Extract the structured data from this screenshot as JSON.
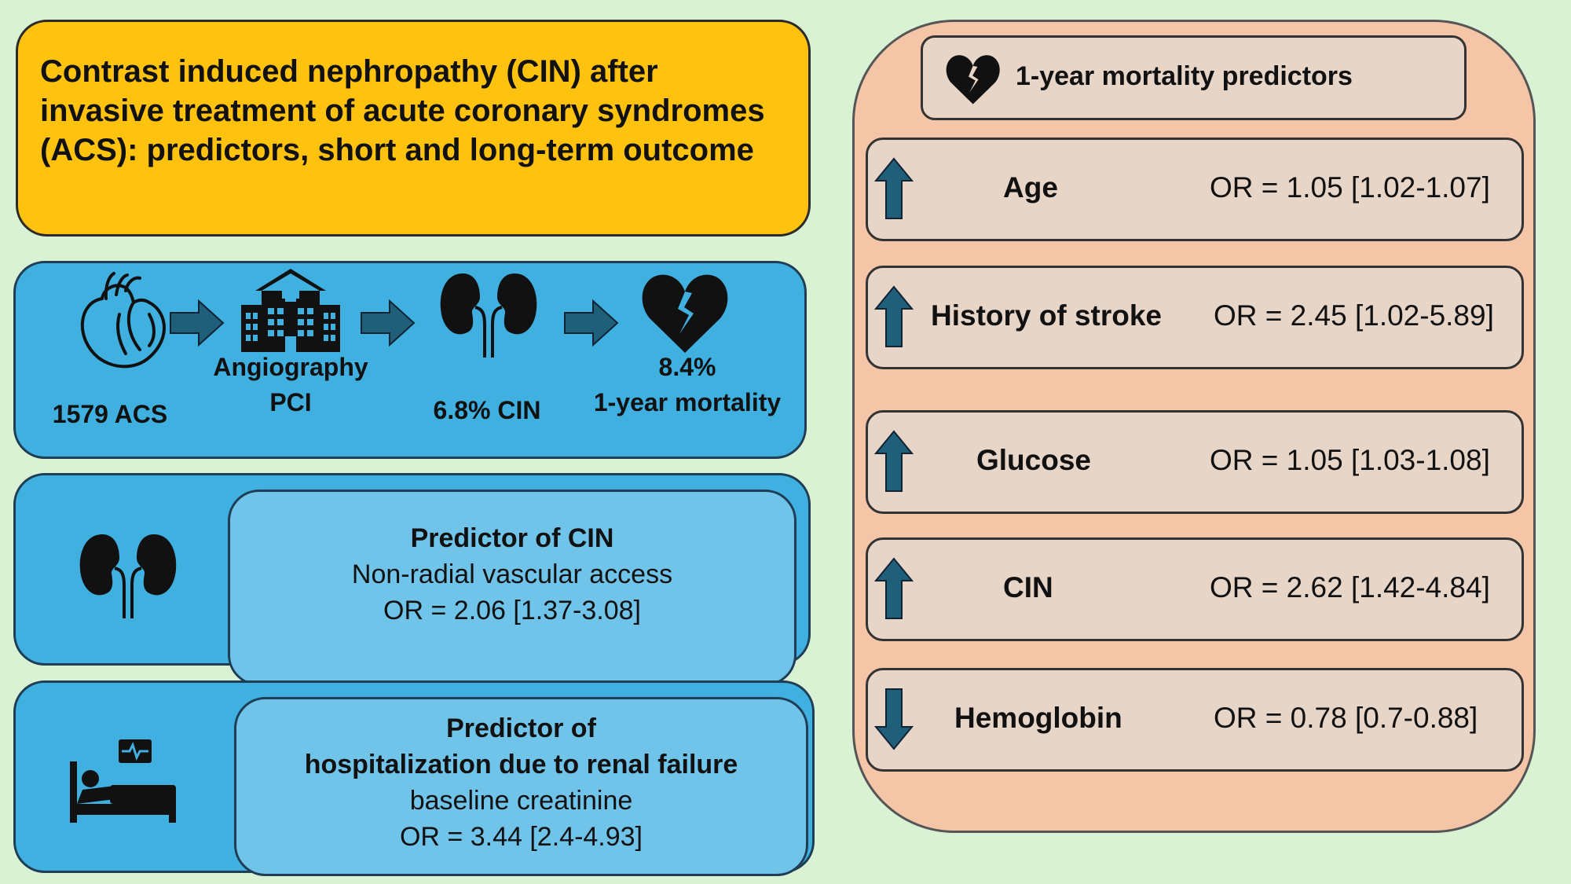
{
  "title": "Contrast induced nephropathy (CIN) after invasive treatment of acute coronary syndromes (ACS): predictors, short and long-term outcome",
  "flow": {
    "steps": [
      {
        "line1": "",
        "line2": "1579 ACS",
        "icon": "heart-anatomical-icon"
      },
      {
        "line1": "Angiography",
        "line2": "PCI",
        "icon": "hospital-icon"
      },
      {
        "line1": "",
        "line2": "6.8% CIN",
        "icon": "kidneys-icon"
      },
      {
        "line1": "8.4%",
        "line2": "1-year mortality",
        "icon": "broken-heart-icon"
      }
    ]
  },
  "predictor_cin": {
    "heading": "Predictor of CIN",
    "line1": "Non-radial vascular access",
    "line2": "OR = 2.06 [1.37-3.08]",
    "icon": "kidneys-icon"
  },
  "predictor_hosp": {
    "heading1": "Predictor of",
    "heading2": "hospitalization due to renal failure",
    "line1": "baseline creatinine",
    "line2": "OR = 3.44 [2.4-4.93]",
    "icon": "hospital-bed-icon"
  },
  "mortality": {
    "header": "1-year mortality predictors",
    "icon": "broken-heart-icon",
    "rows": [
      {
        "name": "Age",
        "or": "OR = 1.05 [1.02-1.07]",
        "direction": "up"
      },
      {
        "name": "History of stroke",
        "or": "OR = 2.45 [1.02-5.89]",
        "direction": "up"
      },
      {
        "name": "Glucose",
        "or": "OR = 1.05 [1.03-1.08]",
        "direction": "up"
      },
      {
        "name": "CIN",
        "or": "OR = 2.62 [1.42-4.84]",
        "direction": "up"
      },
      {
        "name": "Hemoglobin",
        "or": "OR = 0.78 [0.7-0.88]",
        "direction": "down"
      }
    ]
  },
  "colors": {
    "title_bg": "#ffc20e",
    "flow_bg": "#3fb0e0",
    "inner_bg": "#70c4ea",
    "panel_bg": "#f5c5a8",
    "row_bg": "#e7d5c8",
    "arrow": "#1f5f7a",
    "page_bg": "#d9f2d3"
  }
}
